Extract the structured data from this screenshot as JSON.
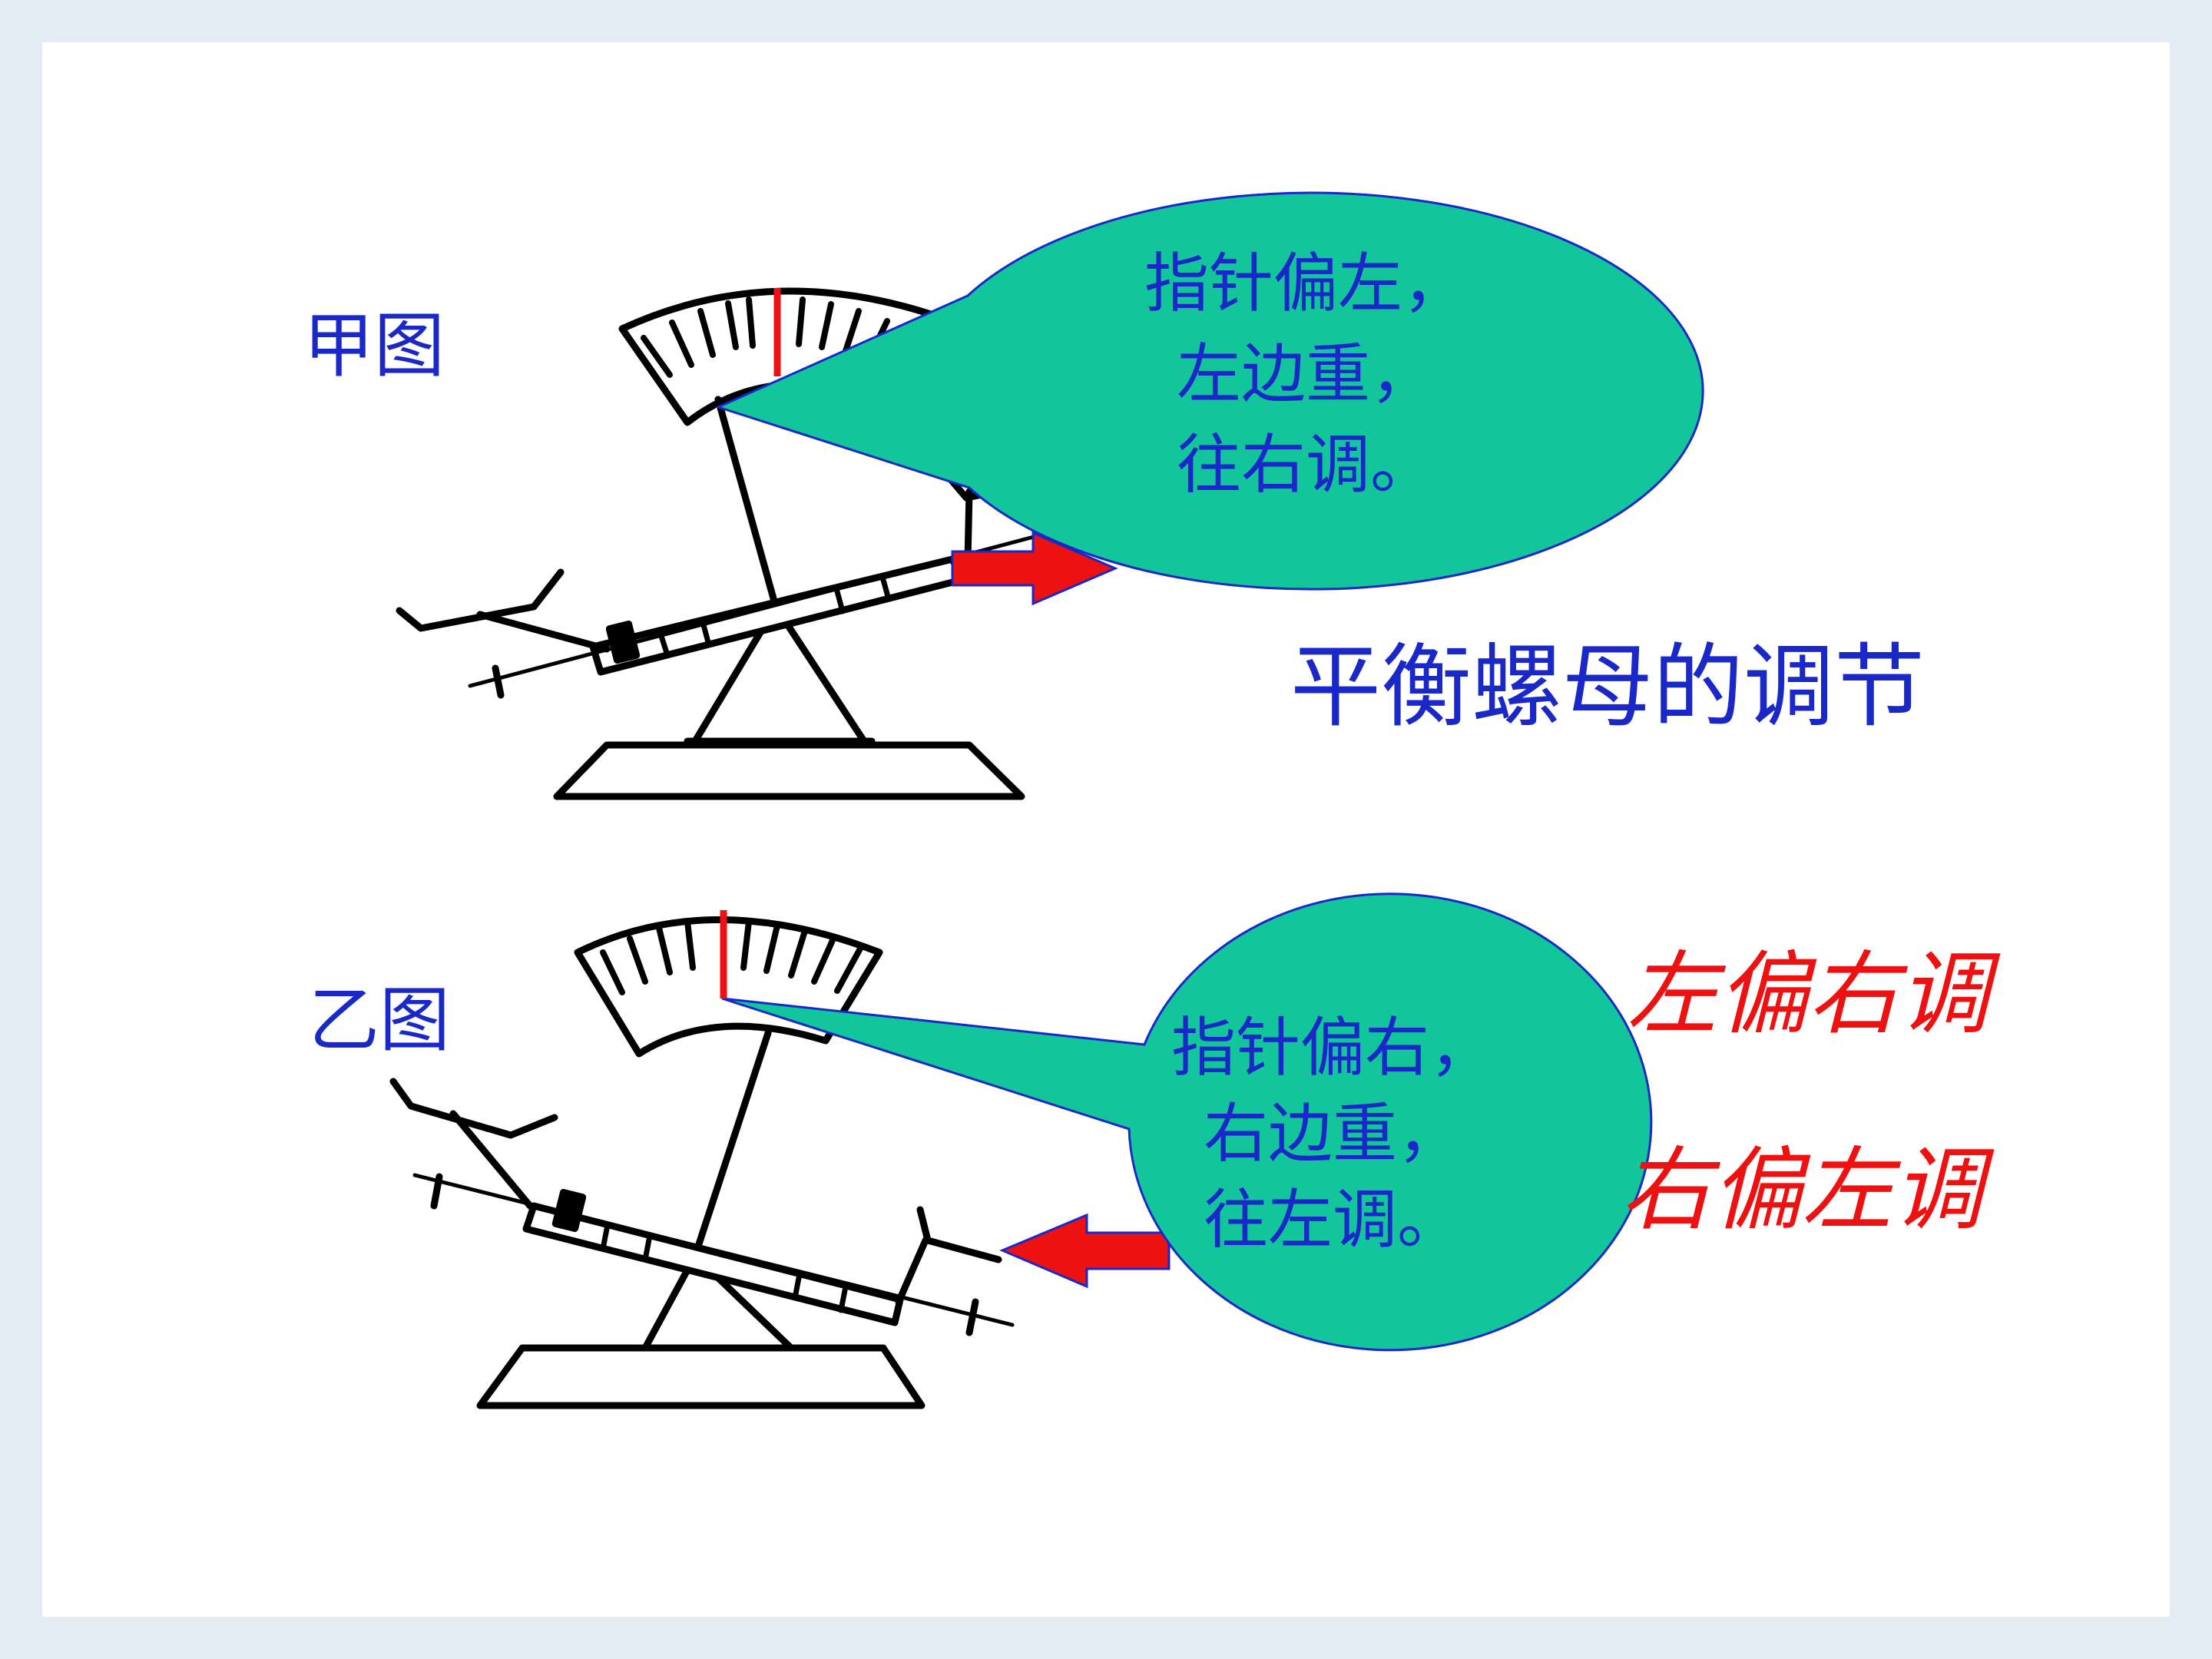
{
  "figures": [
    {
      "label": "甲图",
      "callout_lines": [
        "指针偏左，",
        "左边重，",
        "往右调。"
      ],
      "arrow_direction": "right"
    },
    {
      "label": "乙图",
      "callout_lines": [
        "指针偏右，",
        "右边重，",
        "往左调。"
      ],
      "arrow_direction": "left"
    }
  ],
  "title": "平衡螺母的调节",
  "rules": [
    "左偏右调",
    "右偏左调"
  ],
  "colors": {
    "callout_fill": "#12c59a",
    "callout_stroke": "#1a28c8",
    "text_blue": "#1a28c8",
    "text_red": "#ee1111",
    "arrow_red": "#ee1111",
    "pointer_red": "#ee1111",
    "line_black": "#000000"
  }
}
